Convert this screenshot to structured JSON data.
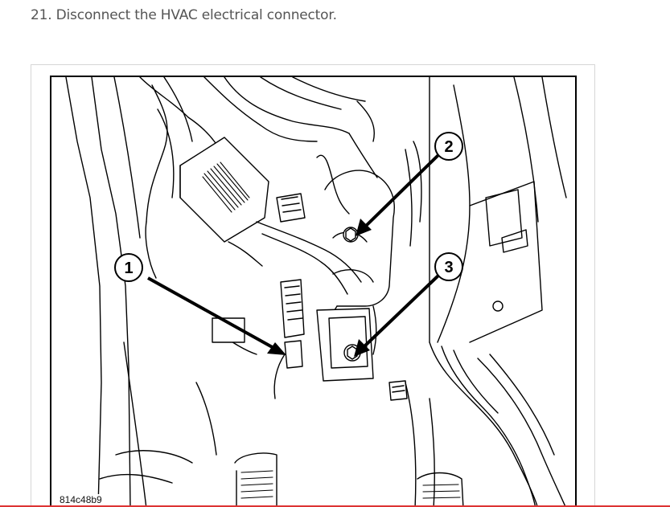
{
  "step": {
    "text": "21. Disconnect the HVAC electrical connector."
  },
  "figure": {
    "callouts": [
      "1",
      "2",
      "3"
    ],
    "id": "814c48b9"
  },
  "colors": {
    "text": "#555555",
    "line": "#000000",
    "frame": "#d6d6d6"
  }
}
